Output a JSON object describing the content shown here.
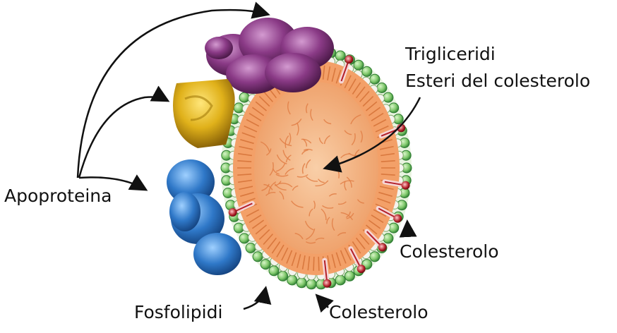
{
  "labels": {
    "trigliceridi": "Trigliceridi",
    "esteri": "Esteri del colesterolo",
    "apoproteina": "Apoproteina",
    "colesterolo_right": "Colesterolo",
    "fosfolipidi": "Fosfolipidi",
    "colesterolo_bottom": "Colesterolo"
  },
  "colors": {
    "phospholipid_head": "#7fc86b",
    "phospholipid_outline": "#2e7d32",
    "shell_inner_head": "#f4f4ee",
    "core": "#f2b484",
    "core_strands": "#e07e45",
    "tails": "#f3a068",
    "apo_purple": "#8a3a86",
    "apo_yellow": "#e0b11a",
    "apo_blue": "#2f78c8",
    "cholesterol": "#b3202a"
  },
  "icons": [
    "arrow-icon"
  ]
}
